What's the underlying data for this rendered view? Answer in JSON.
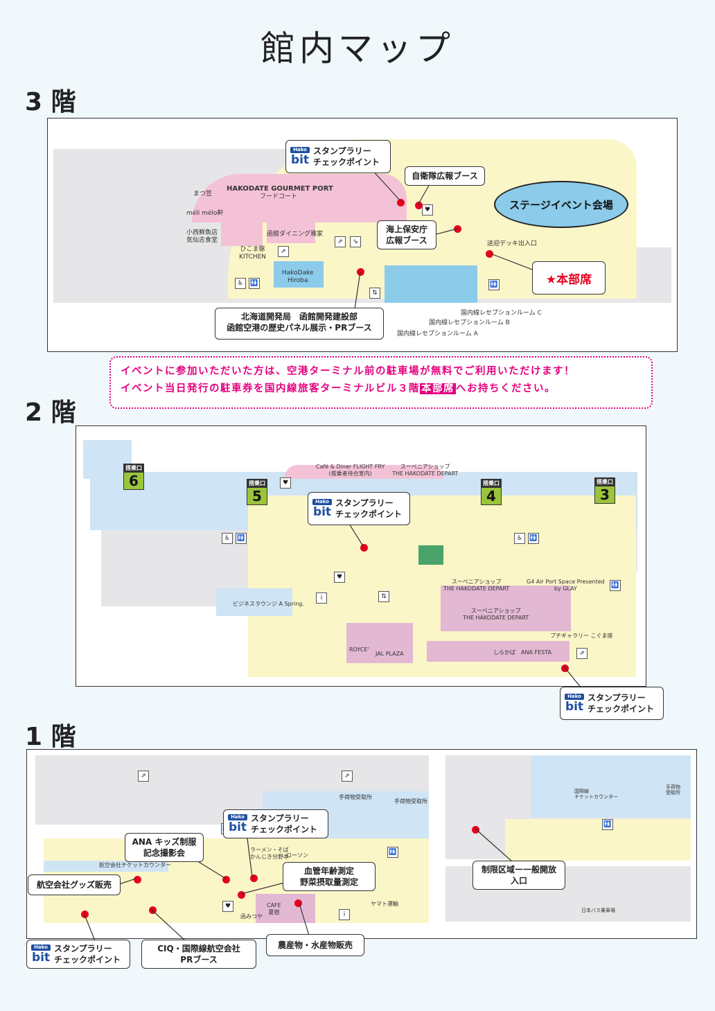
{
  "page_title": "館内マップ",
  "floor3": {
    "label": "3 階",
    "places": {
      "gourmet": "HAKODATE GOURMET PORT",
      "foodcourt": "フードコート",
      "matsukasa": "まつ笠",
      "melimelo": "méli mélo軒",
      "konishi": "小西鮮魚店\n気仙志食堂",
      "dining": "函館ダイニング雅家",
      "hikoma": "ひこま豚\nKITCHEN",
      "hakodake": "HakoDake\nHiroba",
      "deck": "送迎デッキ出入口",
      "room_c": "国内線レセプションルーム C",
      "room_b": "国内線レセプションルーム B",
      "room_a": "国内線レセプションルーム A"
    },
    "stamp_title": "スタンプラリー",
    "stamp_sub": "チェックポイント",
    "jsdf": "自衛隊広報ブース",
    "coastguard": "海上保安庁\n広報ブース",
    "stage": "ステージイベント会場",
    "hq": "★本部席",
    "hokkaido": "北海道開発局　函館開発建設部\n函館空港の歴史パネル展示・PRブース"
  },
  "notice": {
    "line1": "イベントに参加いただいた方は、空港ターミナル前の駐車場が無料でご利用いただけます！",
    "line2a": "イベント当日発行の駐車券を国内線旅客ターミナルビル３階",
    "line2b": "本部席",
    "line2c": "へお持ちください。"
  },
  "floor2": {
    "label": "2 階",
    "gate_label": "搭乗口",
    "gates": [
      "6",
      "5",
      "4",
      "3"
    ],
    "places": {
      "cafe": "Café & Diner FLIGHT FRY\n(搭乗者待合室内)",
      "souvenir1": "スーベニアショップ\nTHE HAKODATE DEPART",
      "souvenir2": "スーベニアショップ\nTHE HAKODATE DEPART",
      "souvenir3": "スーベニアショップ\nTHE HAKODATE DEPART",
      "g4": "G4 Air Port Space Presented\nby GLAY",
      "lounge": "ビジネスラウンジ A Spring.",
      "royce": "ROYCE'",
      "jal": "JAL PLAZA",
      "shirakaba": "しらかば",
      "anafesta": "ANA FESTA",
      "gallery": "プチギャラリー こぐま座"
    },
    "stamp_title": "スタンプラリー",
    "stamp_sub": "チェックポイント"
  },
  "floor1": {
    "label": "1 階",
    "places": {
      "baggage_l": "手荷物受取所",
      "baggage_r": "手荷物受取所",
      "baggage_far": "手荷物\n受取所",
      "ticket": "航空会社チケットカウンター",
      "ramen": "ラーメン・そば\nかんじき分野本",
      "lawson": "ローソン",
      "cafe": "CAFE\n夏宿",
      "mitsuya": "函みつや",
      "yamato": "ヤマト運輸",
      "intl_ticket": "国際線\nチケットカウンター",
      "bus": "日本バス乗車場"
    },
    "stamp_title": "スタンプラリー",
    "stamp_sub": "チェックポイント",
    "ana": "ANA キッズ制服\n記念撮影会",
    "blood": "血管年齢測定\n野菜摂取量測定",
    "goods": "航空会社グッズ販売",
    "ciq": "CIQ・国際線航空会社\nPRブース",
    "farm": "農産物・水産物販売",
    "restricted": "制限区域ー一般開放\n入口"
  },
  "colors": {
    "red": "#e6001f",
    "pink_accent": "#e4007f",
    "navy": "#1d4fa0",
    "gate_green": "#9bc43c",
    "stage_blue": "#8ccbea"
  }
}
